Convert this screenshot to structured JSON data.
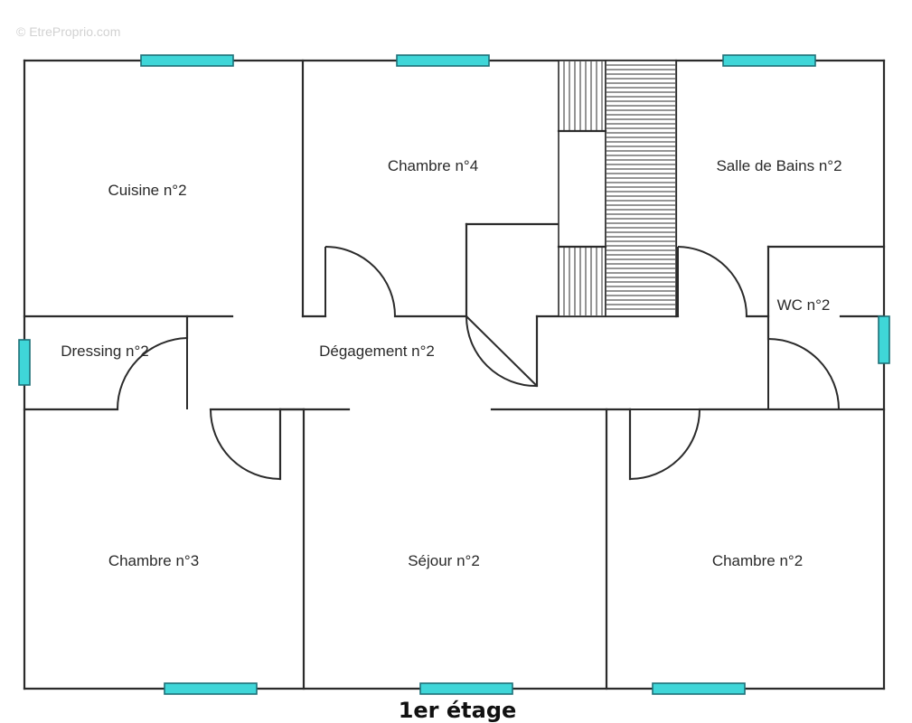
{
  "watermark": "© EtreProprio.com",
  "floor_title": "1er étage",
  "rooms": {
    "cuisine": "Cuisine n°2",
    "chambre4": "Chambre n°4",
    "salle_de_bains": "Salle de Bains n°2",
    "wc": "WC n°2",
    "dressing": "Dressing n°2",
    "degagement": "Dégagement n°2",
    "chambre3": "Chambre n°3",
    "sejour": "Séjour n°2",
    "chambre2": "Chambre n°2"
  },
  "colors": {
    "wall": "#2b2b2b",
    "window": "#3fd6d8",
    "window_border": "#1e6f77",
    "text": "#2a2a2a"
  }
}
